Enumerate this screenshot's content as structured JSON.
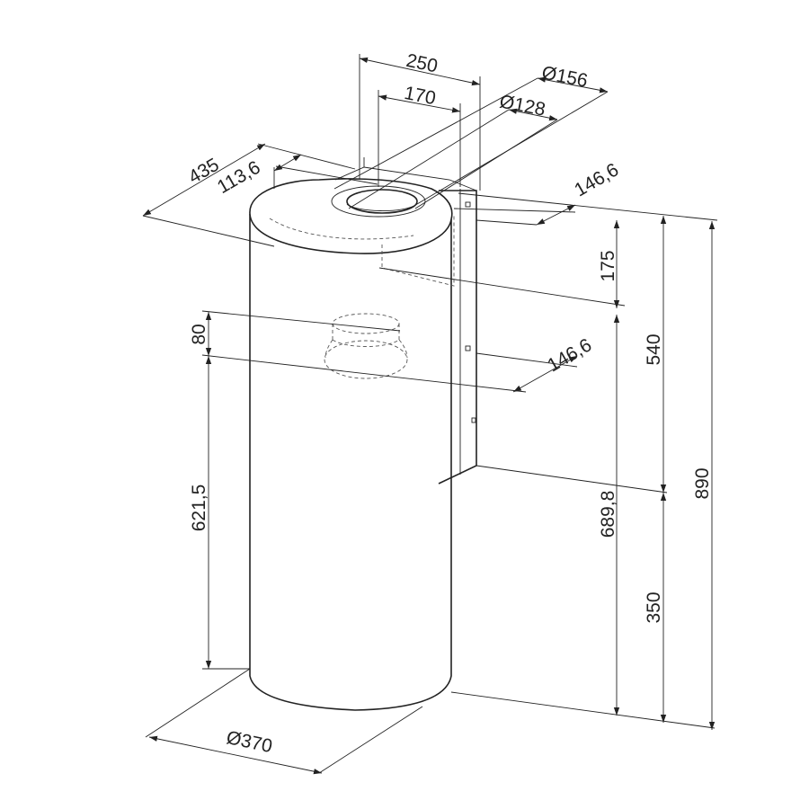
{
  "diagram": {
    "labels": {
      "width_250": "250",
      "width_170": "170",
      "diam_156": "Ø156",
      "diam_128": "Ø128",
      "depth_435": "435",
      "offset_113_6": "113,6",
      "offset_146_6_top": "146,6",
      "height_175": "175",
      "height_540": "540",
      "height_890": "890",
      "height_80": "80",
      "offset_146_6_mid": "146,6",
      "height_621_5": "621,5",
      "height_689_8": "689,8",
      "height_350": "350",
      "diam_370": "Ø370"
    }
  }
}
